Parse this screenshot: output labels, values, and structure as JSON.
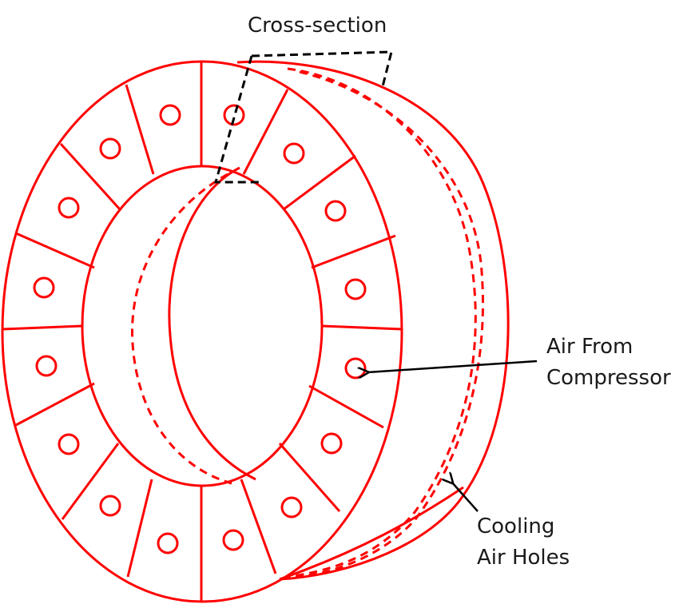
{
  "diagram": {
    "labels": {
      "cross_section": "Cross-section",
      "air_from_compressor_line1": "Air From",
      "air_from_compressor_line2": "Compressor",
      "cooling_air_holes_line1": "Cooling",
      "cooling_air_holes_line2": "Air Holes"
    },
    "colors": {
      "structure": "#ff0000",
      "cross_section_outline": "#000000",
      "arrow": "#000000",
      "text": "#1a1a1a"
    },
    "hole_count": 16,
    "segment_count": 16
  }
}
